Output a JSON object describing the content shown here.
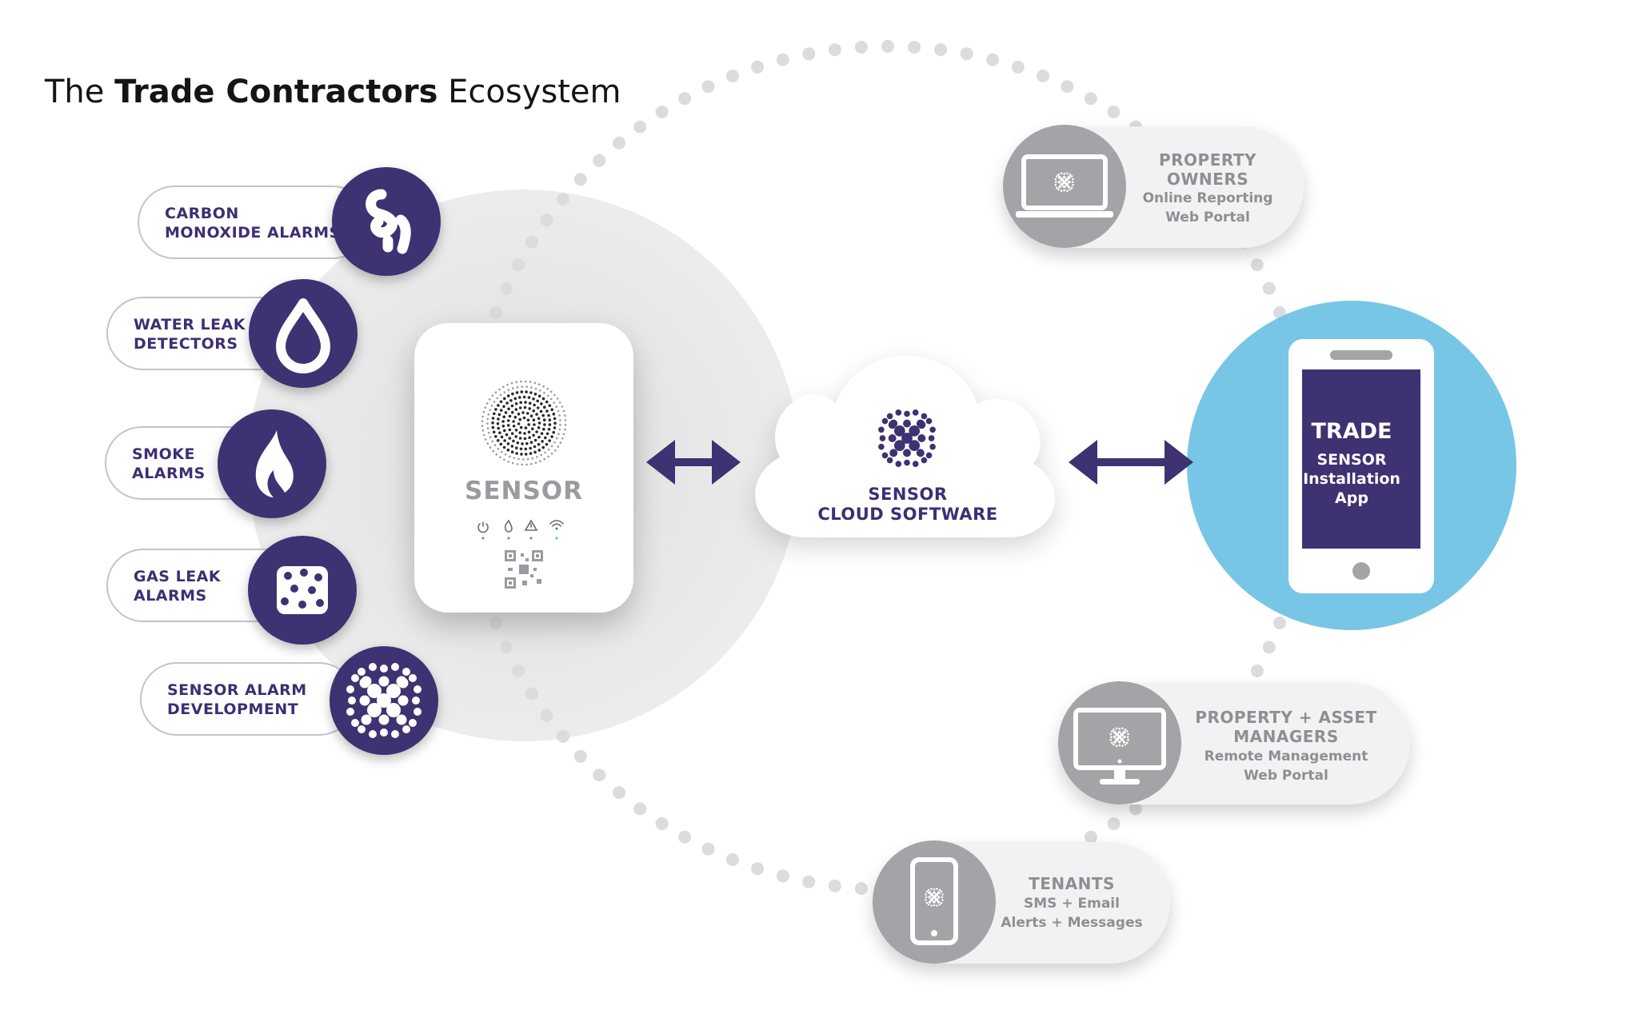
{
  "title": {
    "prefix": "The ",
    "bold": "Trade Contractors",
    "suffix": " Ecosystem"
  },
  "alarm_types": [
    {
      "line1": "CARBON",
      "line2": "MONOXIDE ALARMS",
      "icon": "carbon-monoxide-icon"
    },
    {
      "line1": "WATER LEAK",
      "line2": "DETECTORS",
      "icon": "water-drop-icon"
    },
    {
      "line1": "SMOKE",
      "line2": "ALARMS",
      "icon": "flame-icon"
    },
    {
      "line1": "GAS LEAK",
      "line2": "ALARMS",
      "icon": "gas-dots-icon"
    },
    {
      "line1": "SENSOR ALARM",
      "line2": "DEVELOPMENT",
      "icon": "sensor-logo-icon"
    }
  ],
  "sensor_device": {
    "label": "SENSOR"
  },
  "cloud": {
    "line1": "SENSOR",
    "line2": "CLOUD SOFTWARE"
  },
  "trade_app": {
    "title": "TRADE",
    "line1": "SENSOR",
    "line2": "Installation",
    "line3": "App"
  },
  "stakeholders": {
    "property_owners": {
      "title1": "PROPERTY",
      "title2": "OWNERS",
      "sub1": "Online Reporting",
      "sub2": "Web Portal",
      "icon": "laptop-icon"
    },
    "asset_managers": {
      "title1": "PROPERTY + ASSET",
      "title2": "MANAGERS",
      "sub1": "Remote Management",
      "sub2": "Web Portal",
      "icon": "desktop-monitor-icon"
    },
    "tenants": {
      "title1": "TENANTS",
      "sub1": "SMS + Email",
      "sub2": "Alerts + Messages",
      "icon": "smartphone-icon"
    }
  },
  "colors": {
    "brand_purple": "#3e3272",
    "sky_blue": "#78c6e5",
    "grey": "#a4a4a8",
    "halo": "#e9e9ea"
  }
}
